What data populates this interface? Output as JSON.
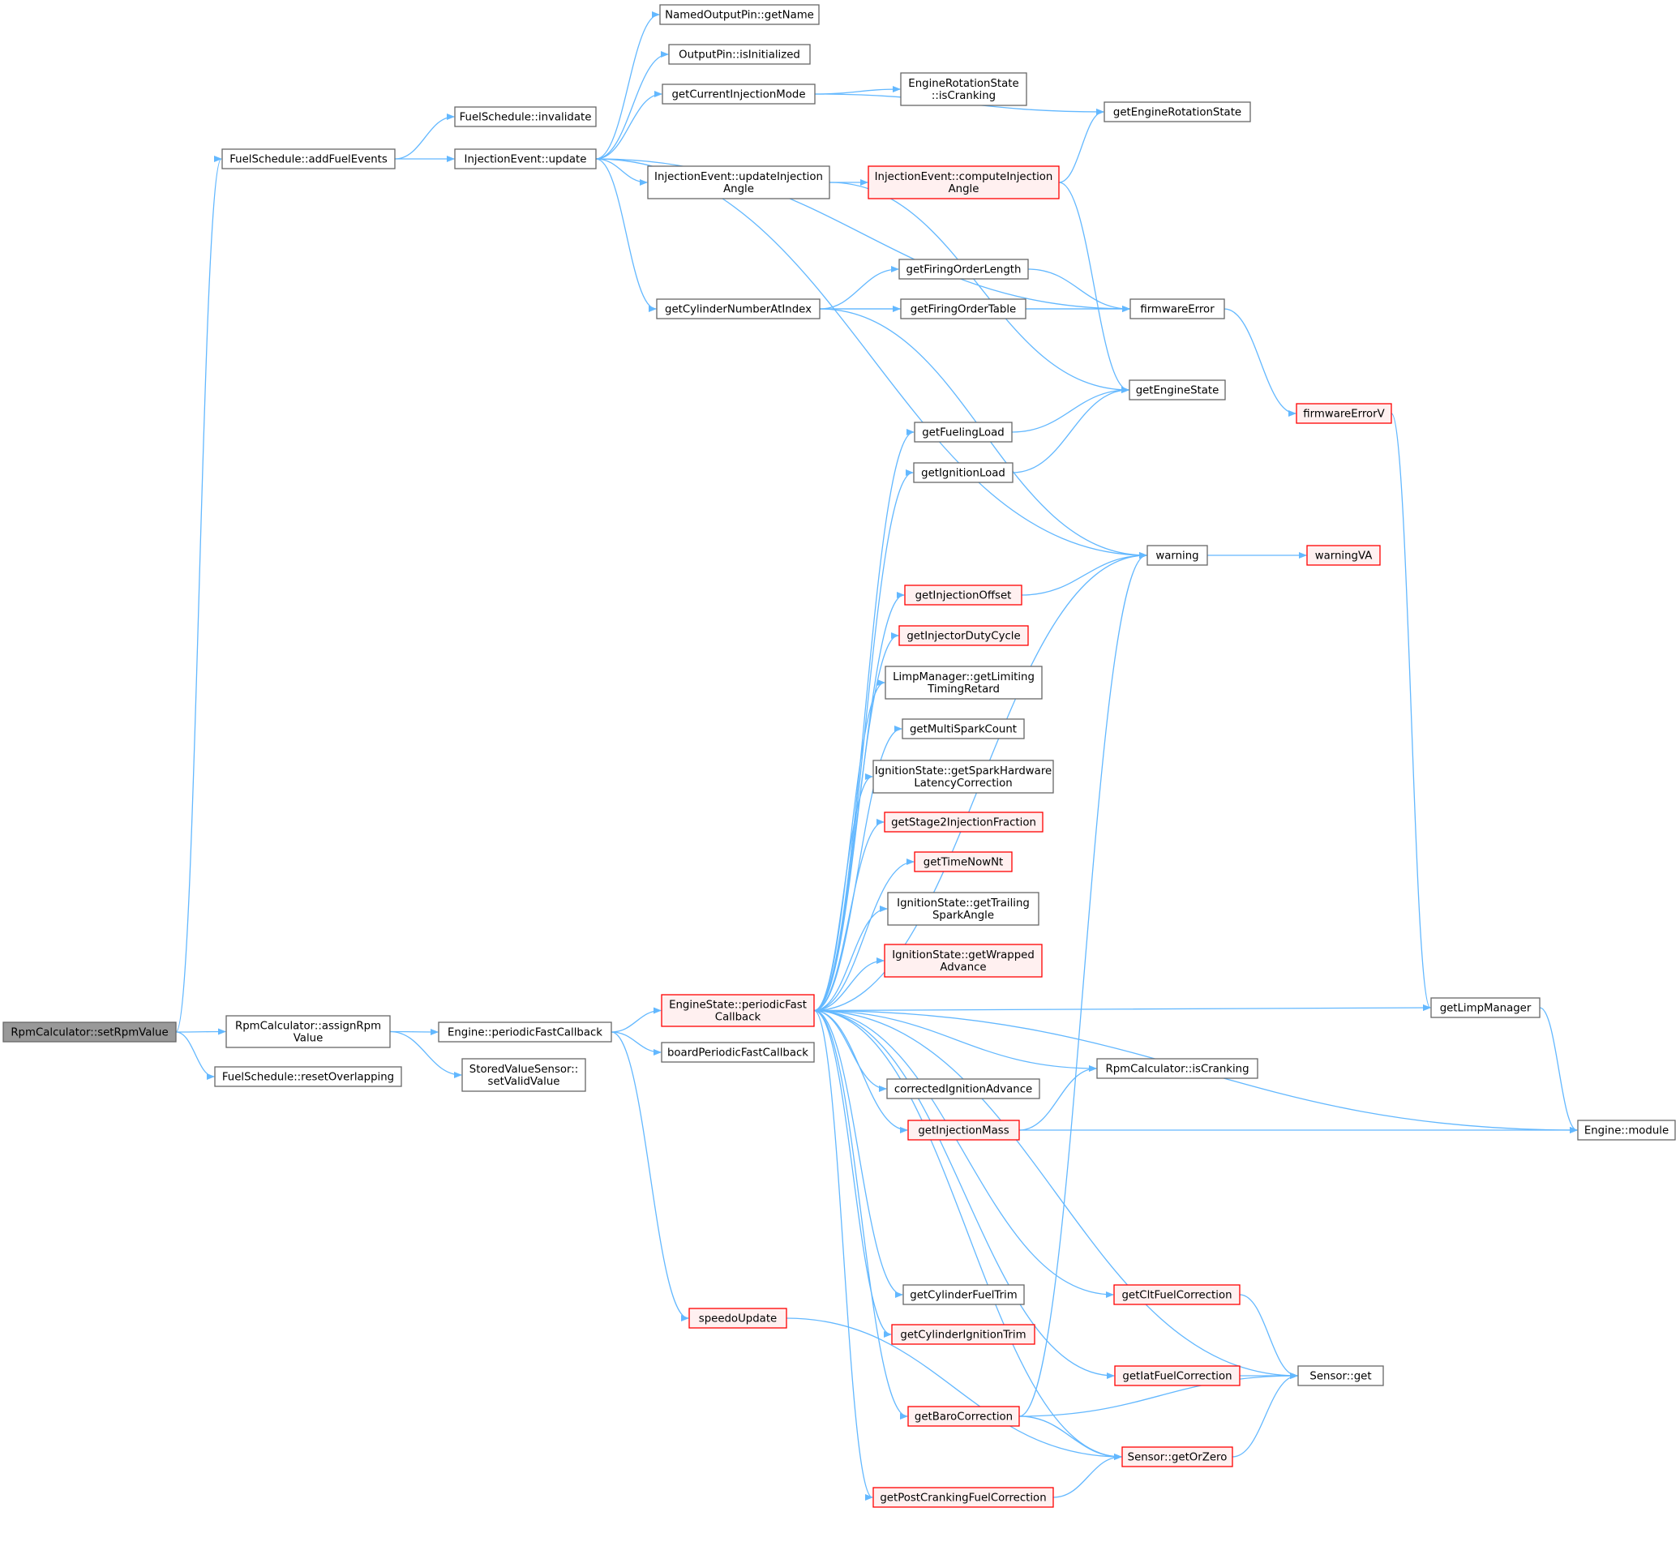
{
  "colors": {
    "edge": "#63b8ff",
    "node_border": "#666666",
    "node_fill": "#ffffff",
    "truncated_border": "#ff0000",
    "truncated_fill": "#fff0f0",
    "root_fill": "#999999",
    "root_border": "#666666"
  },
  "nodes": [
    {
      "id": "setRpmValue",
      "lines": [
        "RpmCalculator::setRpmValue"
      ],
      "kind": "root"
    },
    {
      "id": "addFuelEvents",
      "lines": [
        "FuelSchedule::addFuelEvents"
      ],
      "kind": "normal"
    },
    {
      "id": "assignRpmValue",
      "lines": [
        "RpmCalculator::assignRpm",
        "Value"
      ],
      "kind": "normal"
    },
    {
      "id": "resetOverlapping",
      "lines": [
        "FuelSchedule::resetOverlapping"
      ],
      "kind": "normal"
    },
    {
      "id": "invalidate",
      "lines": [
        "FuelSchedule::invalidate"
      ],
      "kind": "normal"
    },
    {
      "id": "ieUpdate",
      "lines": [
        "InjectionEvent::update"
      ],
      "kind": "normal"
    },
    {
      "id": "enginePeriodicFast",
      "lines": [
        "Engine::periodicFastCallback"
      ],
      "kind": "normal"
    },
    {
      "id": "setValidValue",
      "lines": [
        "StoredValueSensor::",
        "setValidValue"
      ],
      "kind": "normal"
    },
    {
      "id": "getName",
      "lines": [
        "NamedOutputPin::getName"
      ],
      "kind": "normal"
    },
    {
      "id": "isInitialized",
      "lines": [
        "OutputPin::isInitialized"
      ],
      "kind": "normal"
    },
    {
      "id": "getCurrentInjectionMode",
      "lines": [
        "getCurrentInjectionMode"
      ],
      "kind": "normal"
    },
    {
      "id": "updateInjectionAngle",
      "lines": [
        "InjectionEvent::updateInjection",
        "Angle"
      ],
      "kind": "normal"
    },
    {
      "id": "getCylinderNumberAtIndex",
      "lines": [
        "getCylinderNumberAtIndex"
      ],
      "kind": "normal"
    },
    {
      "id": "esPeriodicFast",
      "lines": [
        "EngineState::periodicFast",
        "Callback"
      ],
      "kind": "truncated"
    },
    {
      "id": "boardPeriodicFast",
      "lines": [
        "boardPeriodicFastCallback"
      ],
      "kind": "normal"
    },
    {
      "id": "speedoUpdate",
      "lines": [
        "speedoUpdate"
      ],
      "kind": "truncated"
    },
    {
      "id": "ersIsCranking",
      "lines": [
        "EngineRotationState",
        "::isCranking"
      ],
      "kind": "normal"
    },
    {
      "id": "computeInjectionAngle",
      "lines": [
        "InjectionEvent::computeInjection",
        "Angle"
      ],
      "kind": "truncated"
    },
    {
      "id": "getFiringOrderLength",
      "lines": [
        "getFiringOrderLength"
      ],
      "kind": "normal"
    },
    {
      "id": "getFiringOrderTable",
      "lines": [
        "getFiringOrderTable"
      ],
      "kind": "normal"
    },
    {
      "id": "getFuelingLoad",
      "lines": [
        "getFuelingLoad"
      ],
      "kind": "normal"
    },
    {
      "id": "getIgnitionLoad",
      "lines": [
        "getIgnitionLoad"
      ],
      "kind": "normal"
    },
    {
      "id": "getInjectionOffset",
      "lines": [
        "getInjectionOffset"
      ],
      "kind": "truncated"
    },
    {
      "id": "getInjectorDutyCycle",
      "lines": [
        "getInjectorDutyCycle"
      ],
      "kind": "truncated"
    },
    {
      "id": "getLimitingTimingRetard",
      "lines": [
        "LimpManager::getLimiting",
        "TimingRetard"
      ],
      "kind": "normal"
    },
    {
      "id": "getMultiSparkCount",
      "lines": [
        "getMultiSparkCount"
      ],
      "kind": "normal"
    },
    {
      "id": "getSparkHardwareLatency",
      "lines": [
        "IgnitionState::getSparkHardware",
        "LatencyCorrection"
      ],
      "kind": "normal"
    },
    {
      "id": "getStage2InjectionFraction",
      "lines": [
        "getStage2InjectionFraction"
      ],
      "kind": "truncated"
    },
    {
      "id": "getTimeNowNt",
      "lines": [
        "getTimeNowNt"
      ],
      "kind": "truncated"
    },
    {
      "id": "getTrailingSparkAngle",
      "lines": [
        "IgnitionState::getTrailing",
        "SparkAngle"
      ],
      "kind": "normal"
    },
    {
      "id": "getWrappedAdvance",
      "lines": [
        "IgnitionState::getWrapped",
        "Advance"
      ],
      "kind": "truncated"
    },
    {
      "id": "correctedIgnitionAdvance",
      "lines": [
        "correctedIgnitionAdvance"
      ],
      "kind": "normal"
    },
    {
      "id": "getInjectionMass",
      "lines": [
        "getInjectionMass"
      ],
      "kind": "truncated"
    },
    {
      "id": "getCylinderFuelTrim",
      "lines": [
        "getCylinderFuelTrim"
      ],
      "kind": "normal"
    },
    {
      "id": "getCylinderIgnitionTrim",
      "lines": [
        "getCylinderIgnitionTrim"
      ],
      "kind": "truncated"
    },
    {
      "id": "getBaroCorrection",
      "lines": [
        "getBaroCorrection"
      ],
      "kind": "truncated"
    },
    {
      "id": "getPostCrankingFuelCorrection",
      "lines": [
        "getPostCrankingFuelCorrection"
      ],
      "kind": "truncated"
    },
    {
      "id": "getEngineRotationState",
      "lines": [
        "getEngineRotationState"
      ],
      "kind": "normal"
    },
    {
      "id": "firmwareError",
      "lines": [
        "firmwareError"
      ],
      "kind": "normal"
    },
    {
      "id": "getEngineState",
      "lines": [
        "getEngineState"
      ],
      "kind": "normal"
    },
    {
      "id": "warning",
      "lines": [
        "warning"
      ],
      "kind": "normal"
    },
    {
      "id": "rpmIsCranking",
      "lines": [
        "RpmCalculator::isCranking"
      ],
      "kind": "normal"
    },
    {
      "id": "getCltFuelCorrection",
      "lines": [
        "getCltFuelCorrection"
      ],
      "kind": "truncated"
    },
    {
      "id": "getIatFuelCorrection",
      "lines": [
        "getIatFuelCorrection"
      ],
      "kind": "truncated"
    },
    {
      "id": "sensorGetOrZero",
      "lines": [
        "Sensor::getOrZero"
      ],
      "kind": "truncated"
    },
    {
      "id": "firmwareErrorV",
      "lines": [
        "firmwareErrorV"
      ],
      "kind": "truncated"
    },
    {
      "id": "warningVA",
      "lines": [
        "warningVA"
      ],
      "kind": "truncated"
    },
    {
      "id": "getLimpManager",
      "lines": [
        "getLimpManager"
      ],
      "kind": "normal"
    },
    {
      "id": "sensorGet",
      "lines": [
        "Sensor::get"
      ],
      "kind": "normal"
    },
    {
      "id": "engineModule",
      "lines": [
        "Engine::module"
      ],
      "kind": "normal"
    }
  ],
  "edges": [
    [
      "setRpmValue",
      "addFuelEvents"
    ],
    [
      "setRpmValue",
      "assignRpmValue"
    ],
    [
      "setRpmValue",
      "resetOverlapping"
    ],
    [
      "addFuelEvents",
      "invalidate"
    ],
    [
      "addFuelEvents",
      "ieUpdate"
    ],
    [
      "assignRpmValue",
      "enginePeriodicFast"
    ],
    [
      "assignRpmValue",
      "setValidValue"
    ],
    [
      "ieUpdate",
      "getName"
    ],
    [
      "ieUpdate",
      "isInitialized"
    ],
    [
      "ieUpdate",
      "getCurrentInjectionMode"
    ],
    [
      "ieUpdate",
      "updateInjectionAngle"
    ],
    [
      "ieUpdate",
      "getCylinderNumberAtIndex"
    ],
    [
      "ieUpdate",
      "firmwareError"
    ],
    [
      "ieUpdate",
      "warning"
    ],
    [
      "enginePeriodicFast",
      "esPeriodicFast"
    ],
    [
      "enginePeriodicFast",
      "boardPeriodicFast"
    ],
    [
      "enginePeriodicFast",
      "speedoUpdate"
    ],
    [
      "getCurrentInjectionMode",
      "ersIsCranking"
    ],
    [
      "getCurrentInjectionMode",
      "getEngineRotationState"
    ],
    [
      "updateInjectionAngle",
      "computeInjectionAngle"
    ],
    [
      "updateInjectionAngle",
      "getEngineState"
    ],
    [
      "computeInjectionAngle",
      "getEngineRotationState"
    ],
    [
      "computeInjectionAngle",
      "getEngineState"
    ],
    [
      "getCylinderNumberAtIndex",
      "getFiringOrderLength"
    ],
    [
      "getCylinderNumberAtIndex",
      "getFiringOrderTable"
    ],
    [
      "getCylinderNumberAtIndex",
      "firmwareError"
    ],
    [
      "getCylinderNumberAtIndex",
      "warning"
    ],
    [
      "getFiringOrderLength",
      "firmwareError"
    ],
    [
      "getFiringOrderTable",
      "firmwareError"
    ],
    [
      "firmwareError",
      "firmwareErrorV"
    ],
    [
      "firmwareErrorV",
      "getLimpManager"
    ],
    [
      "getFuelingLoad",
      "getEngineState"
    ],
    [
      "getIgnitionLoad",
      "getEngineState"
    ],
    [
      "warning",
      "warningVA"
    ],
    [
      "getInjectionOffset",
      "warning"
    ],
    [
      "esPeriodicFast",
      "getFuelingLoad"
    ],
    [
      "esPeriodicFast",
      "getIgnitionLoad"
    ],
    [
      "esPeriodicFast",
      "warning"
    ],
    [
      "esPeriodicFast",
      "getInjectionOffset"
    ],
    [
      "esPeriodicFast",
      "getInjectorDutyCycle"
    ],
    [
      "esPeriodicFast",
      "getLimitingTimingRetard"
    ],
    [
      "esPeriodicFast",
      "getMultiSparkCount"
    ],
    [
      "esPeriodicFast",
      "getSparkHardwareLatency"
    ],
    [
      "esPeriodicFast",
      "getStage2InjectionFraction"
    ],
    [
      "esPeriodicFast",
      "getTimeNowNt"
    ],
    [
      "esPeriodicFast",
      "getTrailingSparkAngle"
    ],
    [
      "esPeriodicFast",
      "getWrappedAdvance"
    ],
    [
      "esPeriodicFast",
      "getLimpManager"
    ],
    [
      "esPeriodicFast",
      "rpmIsCranking"
    ],
    [
      "esPeriodicFast",
      "correctedIgnitionAdvance"
    ],
    [
      "esPeriodicFast",
      "getInjectionMass"
    ],
    [
      "esPeriodicFast",
      "engineModule"
    ],
    [
      "esPeriodicFast",
      "sensorGet"
    ],
    [
      "esPeriodicFast",
      "getCltFuelCorrection"
    ],
    [
      "esPeriodicFast",
      "getCylinderFuelTrim"
    ],
    [
      "esPeriodicFast",
      "getCylinderIgnitionTrim"
    ],
    [
      "esPeriodicFast",
      "getIatFuelCorrection"
    ],
    [
      "esPeriodicFast",
      "getBaroCorrection"
    ],
    [
      "esPeriodicFast",
      "sensorGetOrZero"
    ],
    [
      "esPeriodicFast",
      "getPostCrankingFuelCorrection"
    ],
    [
      "getInjectionMass",
      "rpmIsCranking"
    ],
    [
      "getInjectionMass",
      "engineModule"
    ],
    [
      "getLimpManager",
      "engineModule"
    ],
    [
      "getCltFuelCorrection",
      "sensorGet"
    ],
    [
      "getIatFuelCorrection",
      "sensorGet"
    ],
    [
      "getBaroCorrection",
      "warning"
    ],
    [
      "getBaroCorrection",
      "sensorGet"
    ],
    [
      "getBaroCorrection",
      "sensorGetOrZero"
    ],
    [
      "sensorGetOrZero",
      "sensorGet"
    ],
    [
      "getPostCrankingFuelCorrection",
      "sensorGetOrZero"
    ],
    [
      "speedoUpdate",
      "sensorGetOrZero"
    ]
  ]
}
